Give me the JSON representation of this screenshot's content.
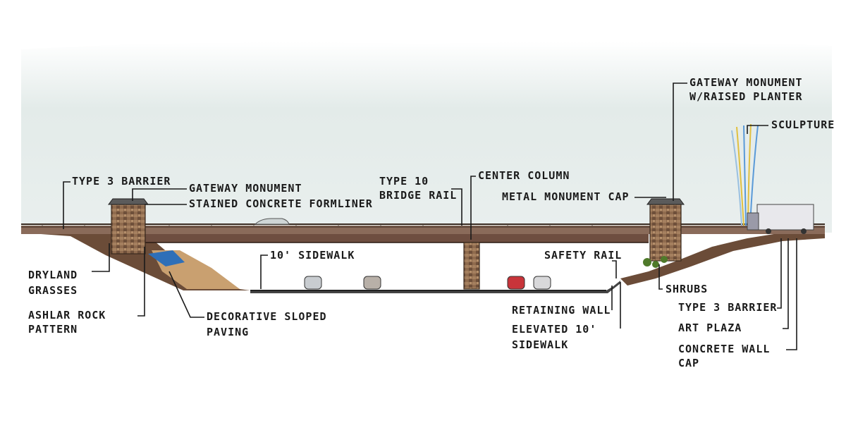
{
  "labels": {
    "type3_barrier_left": "TYPE 3 BARRIER",
    "gateway_monument_left": "GATEWAY MONUMENT",
    "stained_concrete": "STAINED CONCRETE FORMLINER",
    "type10_line1": "TYPE 10",
    "type10_line2": "BRIDGE RAIL",
    "center_column": "CENTER COLUMN",
    "metal_cap": "METAL MONUMENT CAP",
    "gateway_right_line1": "GATEWAY MONUMENT",
    "gateway_right_line2": "W/RAISED PLANTER",
    "sculpture": "SCULPTURE",
    "dryland_line1": "DRYLAND",
    "dryland_line2": "GRASSES",
    "ashlar_line1": "ASHLAR ROCK",
    "ashlar_line2": "PATTERN",
    "sidewalk": "10' SIDEWALK",
    "decorative_line1": "DECORATIVE SLOPED",
    "decorative_line2": "PAVING",
    "safety_rail": "SAFETY RAIL",
    "retaining_wall": "RETAINING WALL",
    "elevated_line1": "ELEVATED 10'",
    "elevated_line2": "SIDEWALK",
    "shrubs": "SHRUBS",
    "type3_barrier_right": "TYPE 3 BARRIER",
    "art_plaza": "ART PLAZA",
    "concrete_cap_line1": "CONCRETE WALL",
    "concrete_cap_line2": "CAP"
  },
  "colors": {
    "sky": "#dfe8e6",
    "deck": "#7a5a4a",
    "stone": "#8a6a50",
    "ground": "#5a4030",
    "paving": "#c9a070"
  }
}
